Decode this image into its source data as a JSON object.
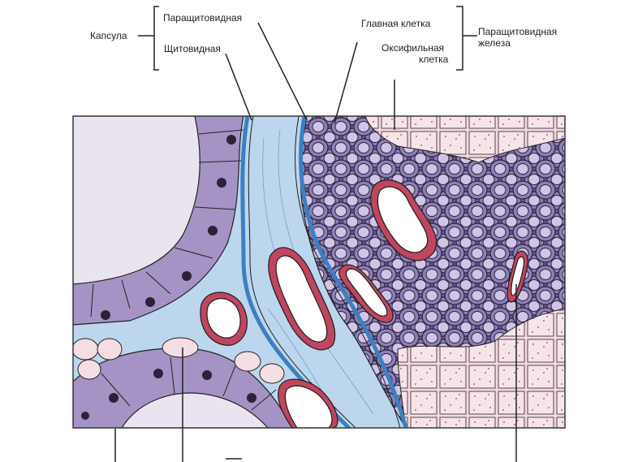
{
  "labels": {
    "capsule": "Капсула",
    "parathyroid": "Паращитовидная",
    "thyroid": "Щитовидная",
    "chief_cell": "Главная клетка",
    "oxyphil_cell_line1": "Оксифильная",
    "oxyphil_cell_line2": "клетка",
    "parathyroid_gland_line1": "Паращитовидная",
    "parathyroid_gland_line2": "железа"
  },
  "colors": {
    "colloid": "#e7e2ee",
    "thyroid_cell": "#a89ac6",
    "thyroid_nucleus": "#2a2238",
    "connective_tissue": "#bcd6ee",
    "capsule_line": "#3d7fc0",
    "chief_cell_fill": "#7d6ca4",
    "chief_cell_ring": "#c6bcdf",
    "oxyphil_fill": "#f5dce2",
    "vessel_wall": "#c0455f",
    "vessel_lumen": "#ffffff",
    "outline": "#1e1e1e"
  }
}
